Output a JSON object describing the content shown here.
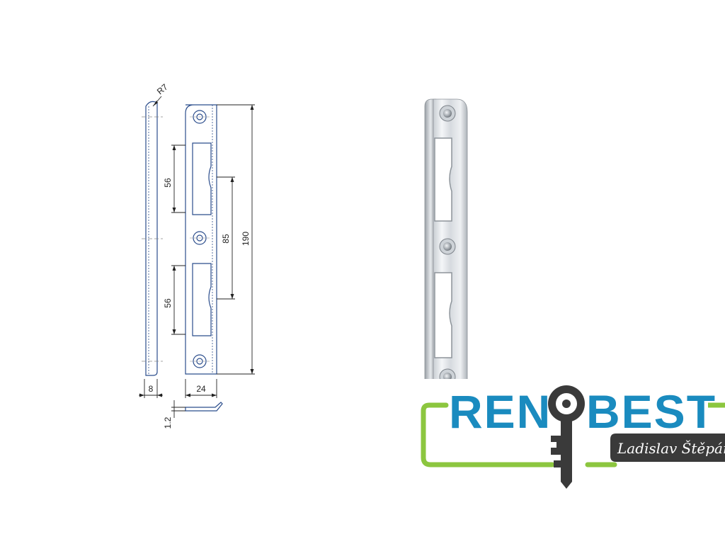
{
  "drawing": {
    "dimensions": {
      "radius": "R7",
      "depth": "8",
      "width": "24",
      "thickness": "1.2",
      "slot_upper": "56",
      "slot_lower": "56",
      "hole_spacing": "85",
      "length": "190"
    }
  },
  "logo": {
    "text_left": "REN",
    "text_right": "BEST",
    "owner": "Ladislav Štěpán",
    "colors": {
      "brand_blue": "#1a8bbf",
      "brand_green": "#8cc63f",
      "owner_bg": "#3a3a3a"
    }
  }
}
